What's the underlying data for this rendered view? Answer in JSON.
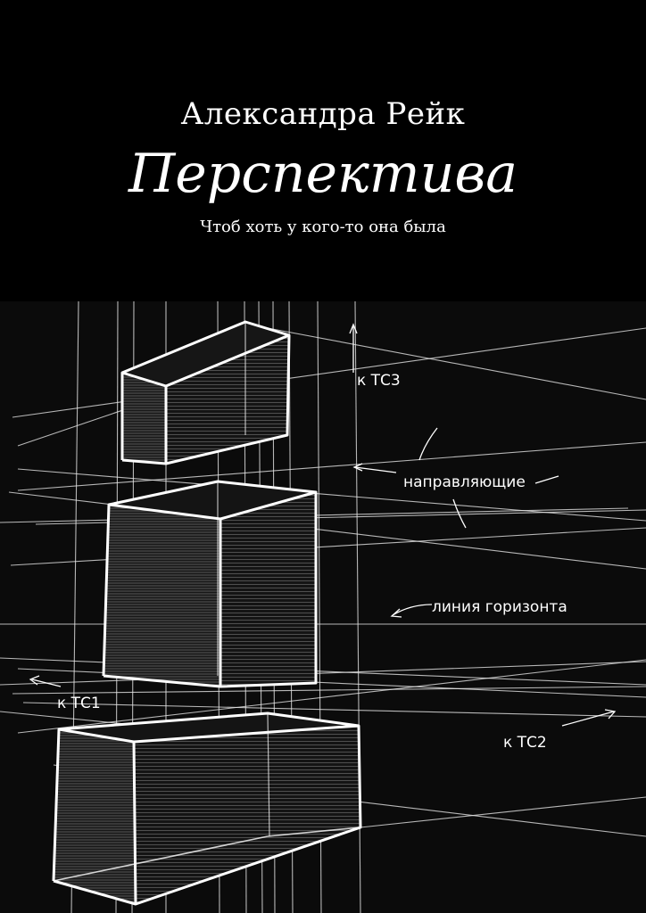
{
  "book": {
    "author": "Александра Рейк",
    "title": "Перспектива",
    "subtitle": "Чтоб хоть у кого-то она была"
  },
  "illustration": {
    "labels": {
      "vp3": "к ТС3",
      "guides": "направляющие",
      "horizon": "линия горизонта",
      "vp1": "к ТС1",
      "vp2": "к ТС2"
    }
  },
  "colors": {
    "background": "#000000",
    "text": "#ffffff",
    "lines": "#ffffff"
  }
}
